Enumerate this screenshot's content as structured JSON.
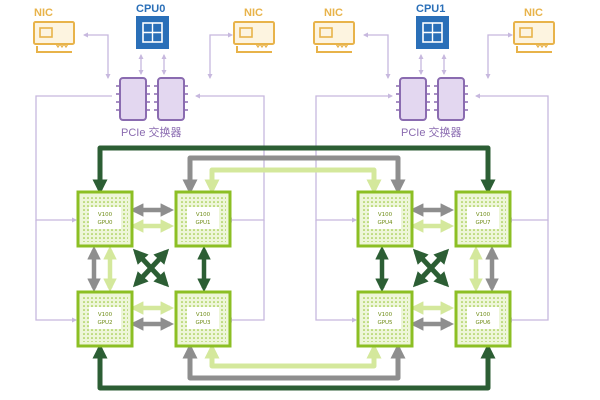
{
  "nodes": {
    "nics": [
      "NIC",
      "NIC",
      "NIC",
      "NIC"
    ],
    "cpus": [
      "CPU0",
      "CPU1"
    ],
    "pcie_switch_label": "PCIe 交换器",
    "gpus": [
      {
        "model": "V100",
        "name": "GPU0"
      },
      {
        "model": "V100",
        "name": "GPU1"
      },
      {
        "model": "V100",
        "name": "GPU2"
      },
      {
        "model": "V100",
        "name": "GPU3"
      },
      {
        "model": "V100",
        "name": "GPU4"
      },
      {
        "model": "V100",
        "name": "GPU5"
      },
      {
        "model": "V100",
        "name": "GPU6"
      },
      {
        "model": "V100",
        "name": "GPU7"
      }
    ]
  },
  "colors": {
    "nic": "#e8b34a",
    "cpu": "#2a6fb8",
    "pcie": "#8a6bb0",
    "pcie_fill": "#e3d7f0",
    "pcie_link": "#c7b8de",
    "gpu": "#8cbf24",
    "nvlink_dark": "#2c5e34",
    "nvlink_gray": "#8e8e8e",
    "nvlink_light": "#d4e89c"
  }
}
